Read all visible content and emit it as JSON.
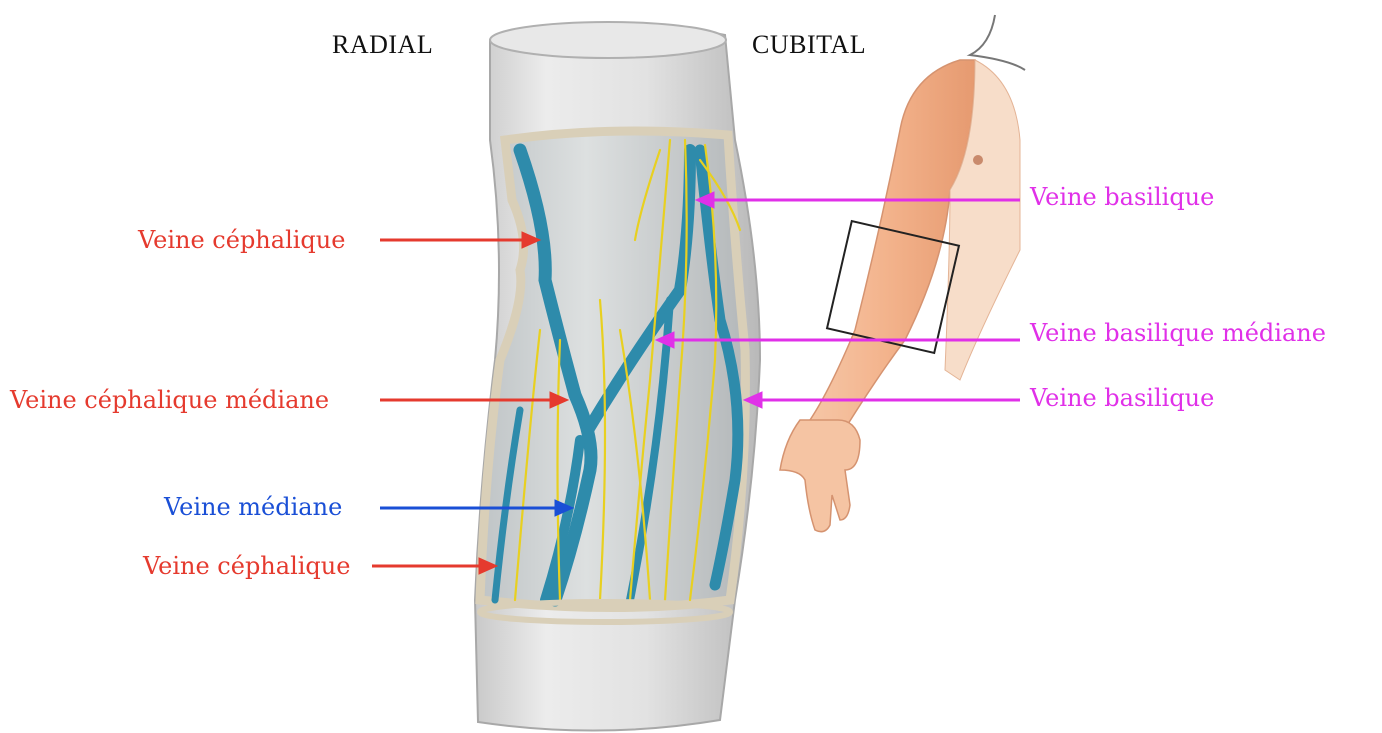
{
  "sides": {
    "left": "RADIAL",
    "right": "CUBITAL"
  },
  "labels": {
    "cephalic_upper": "Veine céphalique",
    "cephalic_median": "Veine céphalique médiane",
    "median": "Veine médiane",
    "cephalic_lower": "Veine céphalique",
    "basilic_upper": "Veine basilique",
    "basilic_median": "Veine basilique médiane",
    "basilic_lower": "Veine basilique"
  },
  "colors": {
    "cephalic": "#e53a2e",
    "median": "#1a4fd6",
    "basilic": "#e030e8",
    "vein": "#2e8bab",
    "nerve": "#e8d020",
    "skin": "#f2b48e"
  }
}
